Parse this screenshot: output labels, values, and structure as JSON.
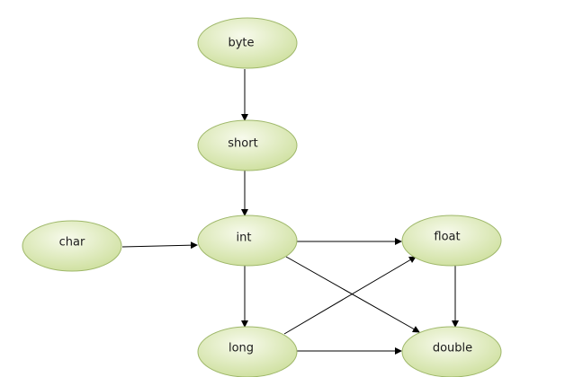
{
  "diagram": {
    "nodes": {
      "byte": "byte",
      "short": "short",
      "int": "int",
      "char": "char",
      "long": "long",
      "float": "float",
      "double": "double"
    },
    "edges": [
      {
        "from": "byte",
        "to": "short"
      },
      {
        "from": "short",
        "to": "int"
      },
      {
        "from": "char",
        "to": "int"
      },
      {
        "from": "int",
        "to": "long"
      },
      {
        "from": "int",
        "to": "float"
      },
      {
        "from": "int",
        "to": "double"
      },
      {
        "from": "long",
        "to": "float"
      },
      {
        "from": "long",
        "to": "double"
      },
      {
        "from": "float",
        "to": "double"
      }
    ],
    "colors": {
      "node_fill_light": "#f5f9e6",
      "node_fill_dark": "#cfe0a2",
      "node_stroke": "#9fb86a",
      "edge": "#000000"
    }
  }
}
